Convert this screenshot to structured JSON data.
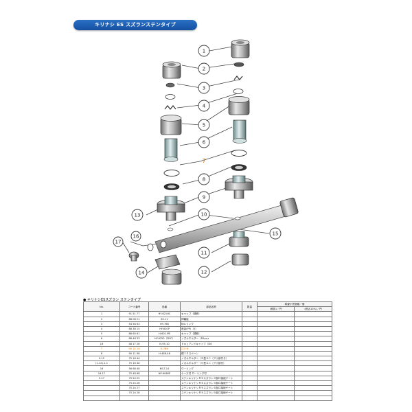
{
  "header": {
    "title": "キリナシ ES スズランステンタイプ"
  },
  "callouts": [
    "1",
    "2",
    "3",
    "4",
    "5",
    "6",
    "7",
    "8",
    "9",
    "10",
    "11",
    "12",
    "13",
    "14",
    "15",
    "16",
    "17"
  ],
  "colors": {
    "title_bg": "#1f5fb4",
    "highlight": "#e07000"
  },
  "table": {
    "title": "● キリナシESスズラン ステンタイプ",
    "columns": [
      "No.",
      "コード番号",
      "品番",
      "部品名称",
      "数量",
      "希望小売価格／個"
    ],
    "price_sub": [
      "(税抜)／円",
      "(税込10%)／円"
    ],
    "rows": [
      [
        "1",
        "91 51 77",
        "HY-621HC",
        "キャップ（鋳鉄）",
        "",
        "",
        ""
      ],
      [
        "2",
        "88 08 21",
        "65-11",
        "押輪板",
        "",
        "",
        ""
      ],
      [
        "3",
        "54 58 63",
        "HY-768",
        "特0-リング",
        "",
        "",
        ""
      ],
      [
        "4",
        "88 38 15",
        "HY-620P",
        "座金(PP)（5）",
        "",
        "",
        ""
      ],
      [
        "5",
        "88 60 61",
        "H-601-PB",
        "キャップ（鋳鉄）",
        "",
        "",
        ""
      ],
      [
        "6",
        "88 48 33",
        "HY-6352（DYC）",
        "ノズルホルダー（DA,a,s",
        "",
        "",
        ""
      ],
      [
        "J-6",
        "48 17 28",
        "N-95-10",
        "ドキュアンドキャップ（DO",
        "",
        "",
        ""
      ],
      [
        "7",
        "90 12 14",
        "H-7BH",
        "ロドセ",
        "",
        "",
        ""
      ],
      [
        "8",
        "90 11 98",
        "H-486-48",
        "銅１０スペーシ",
        "",
        "",
        ""
      ],
      [
        "9-12",
        "75 16 44",
        "",
        "ノズルホルダー（８型ユニ（ア小部付き）",
        "",
        "",
        ""
      ],
      [
        "(1-12)-1-1",
        "75 16 46",
        "",
        "ノズルホルダー（０型ユニ（ア小部付）",
        "",
        "",
        ""
      ],
      [
        "16",
        "56 68 48",
        "NS-T-14",
        "Ｏ－リング",
        "",
        "",
        ""
      ],
      [
        "16-17",
        "75 48 68",
        "NP-6060P",
        "ケース付 Ｏ－リング付",
        "",
        "",
        ""
      ],
      [
        "9-17",
        "75 24 25",
        "",
        "ステンキリナシＲＳスズラン３部口接続ゲート",
        "",
        "",
        ""
      ],
      [
        "",
        "75 24 26",
        "",
        "ステンキリナシＲＳスズラン３部口接続ゲート",
        "",
        "",
        ""
      ],
      [
        "",
        "75 24 27",
        "",
        "ステンキリナシＲＳスズラン４部口接続ゲート",
        "",
        "",
        ""
      ],
      [
        "",
        "75 24 28",
        "",
        "ステンキリナシＲＳスズラン５部口接続ゲート",
        "",
        "",
        ""
      ],
      [
        "",
        "",
        "",
        "",
        "",
        "",
        ""
      ]
    ]
  }
}
